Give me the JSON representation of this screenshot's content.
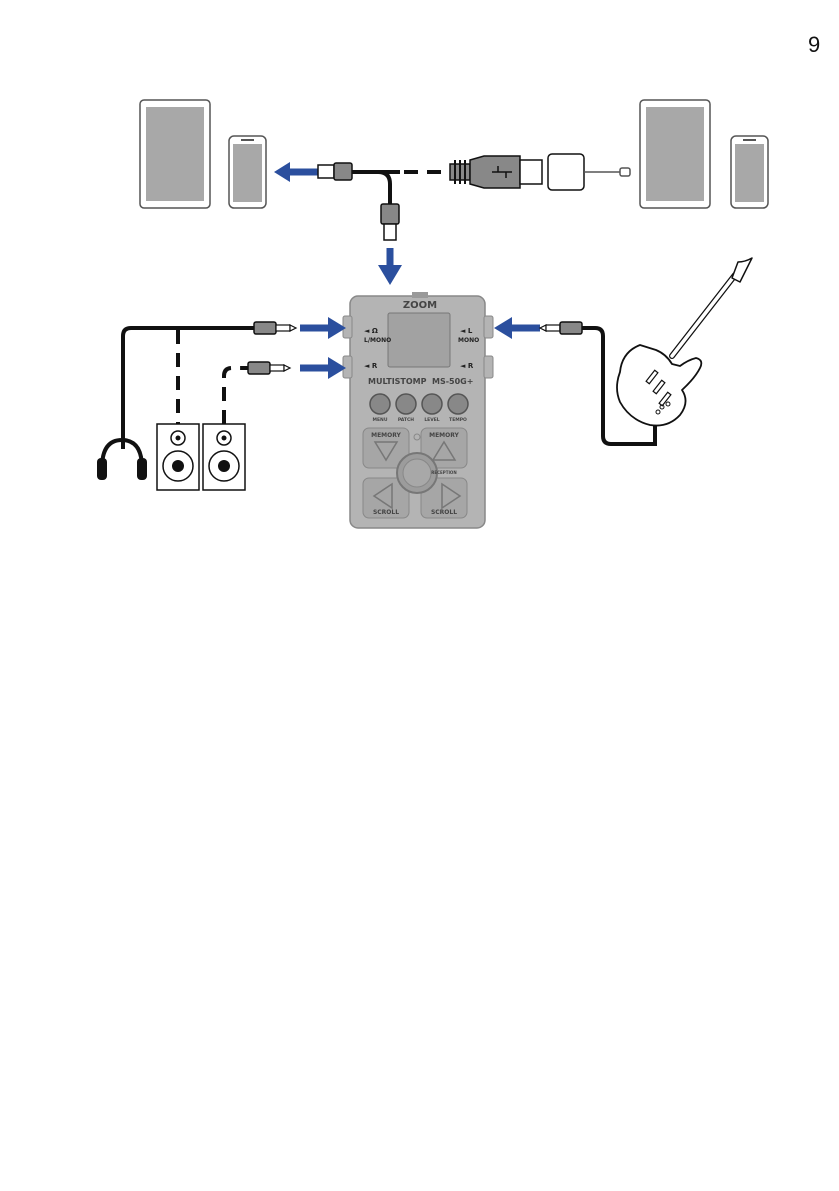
{
  "page_number": "9",
  "pedal": {
    "brand_logo": "ZOOM",
    "series": "MULTISTOMP",
    "model": "MS-50G+",
    "knob_labels": [
      "MENU",
      "PATCH",
      "LEVEL",
      "TEMPO"
    ],
    "left_footswitch_label": "MEMORY",
    "right_footswitch_label": "MEMORY",
    "tap_label": "RECEPTION",
    "left_scroll_label": "SCROLL",
    "right_scroll_label": "SCROLL"
  },
  "jacks": {
    "output_l": "◄ Ω",
    "output_l_sub": "L/MONO",
    "output_r": "◄ R",
    "input_l": "◄ L",
    "input_l_sub": "MONO",
    "input_r": "◄ R"
  },
  "colors": {
    "arrow": "#2b4f9e",
    "cable": "#1a1a1a",
    "device_gray": "#a8a8a8",
    "pedal_body": "#b4b4b4"
  },
  "icons": [
    "tablet-icon",
    "smartphone-icon",
    "usb-cable-icon",
    "usb-adapter-icon",
    "headphones-icon",
    "speaker-icon",
    "guitar-icon"
  ]
}
